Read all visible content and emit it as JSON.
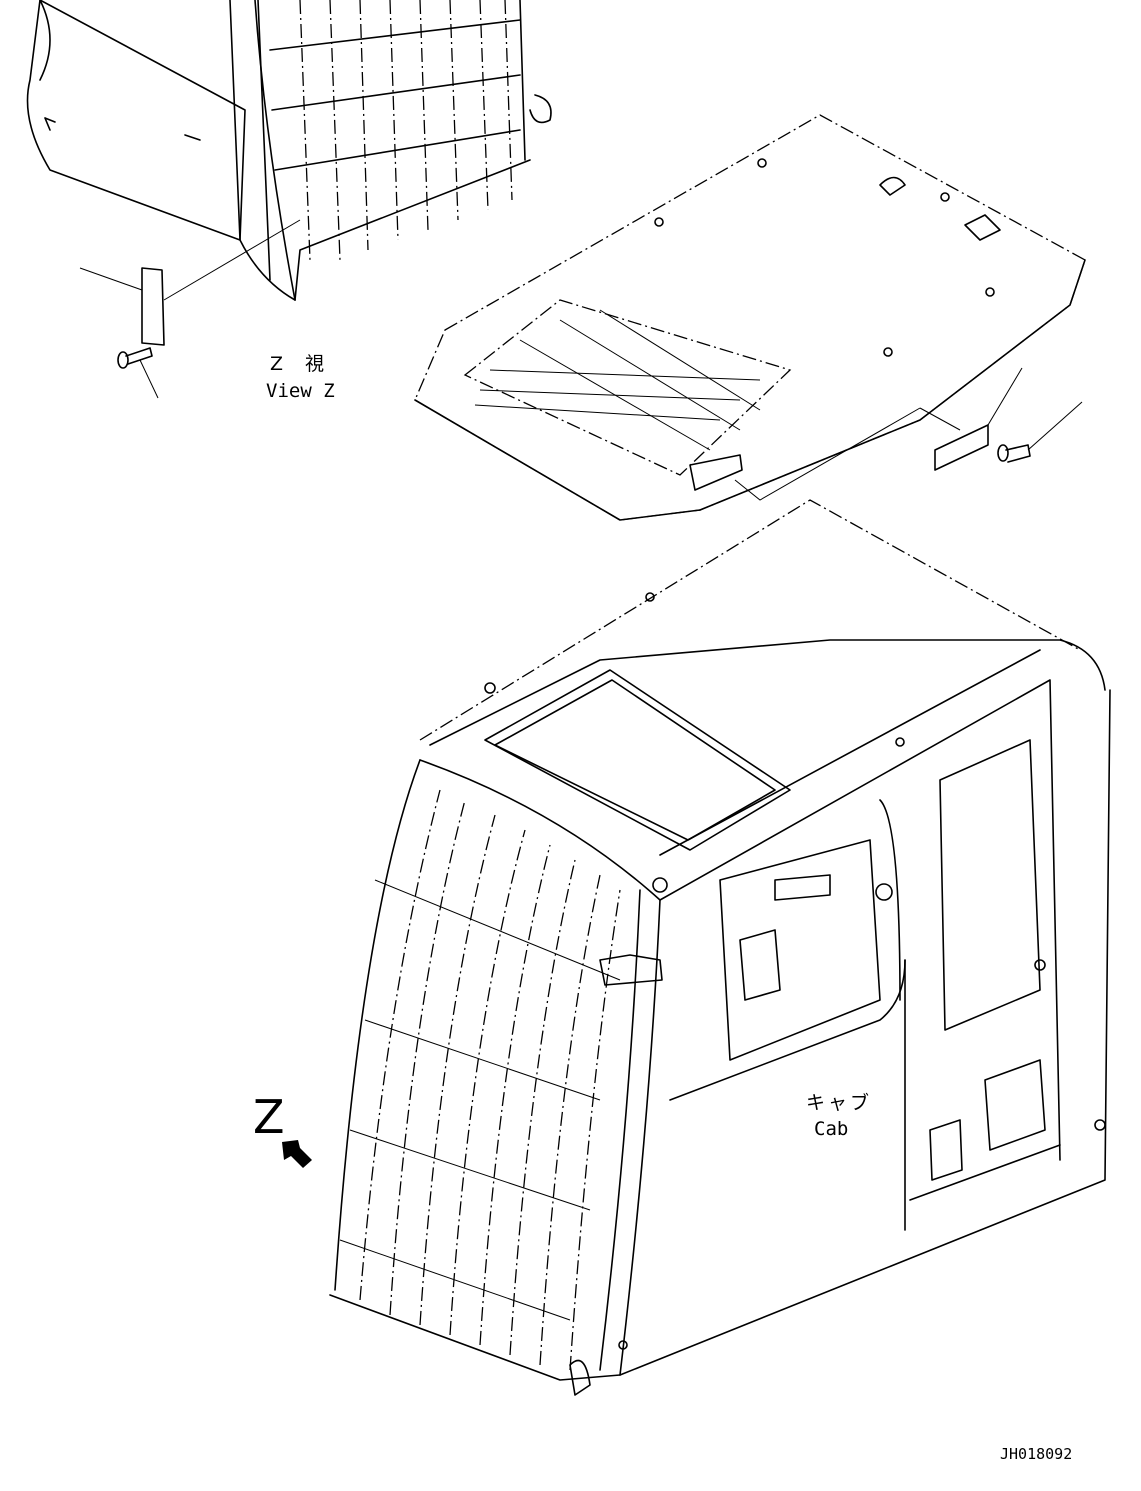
{
  "labels": {
    "view_z_jp": "Z 視",
    "view_z_en": "View Z",
    "cab_jp": "キャブ",
    "cab_en": "Cab",
    "z_marker": "Z",
    "drawing_number": "JH018092"
  }
}
